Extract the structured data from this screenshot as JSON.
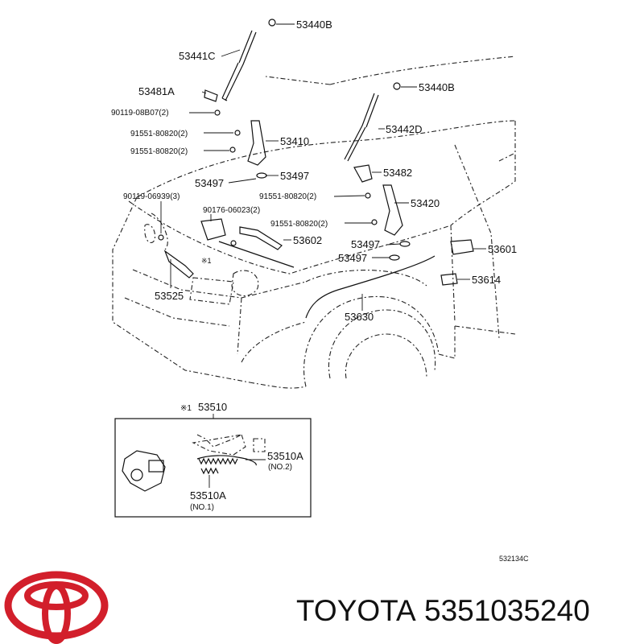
{
  "diagram": {
    "callouts": [
      "53440B",
      "53441C",
      "53481A",
      "90119-08B07(2)",
      "53440B",
      "53442D",
      "91551-80820(2)",
      "53410",
      "91551-80820(2)",
      "53482",
      "53497",
      "53497",
      "90119-06939(3)",
      "91551-80820(2)",
      "53420",
      "90176-06023(2)",
      "91551-80820(2)",
      "53602",
      "53601",
      "53497",
      "53497",
      "53614",
      "53525",
      "53630"
    ],
    "note_mark": "※1",
    "inset": {
      "title_mark": "※1",
      "title_code": "53510",
      "spring_no2_code": "53510A",
      "spring_no2_note": "(NO.2)",
      "spring_no1_code": "53510A",
      "spring_no1_note": "(NO.1)"
    },
    "figure_code": "532134C"
  },
  "footer": {
    "brand": "TOYOTA",
    "part_number": "5351035240",
    "logo_color": "#d21f2b"
  }
}
